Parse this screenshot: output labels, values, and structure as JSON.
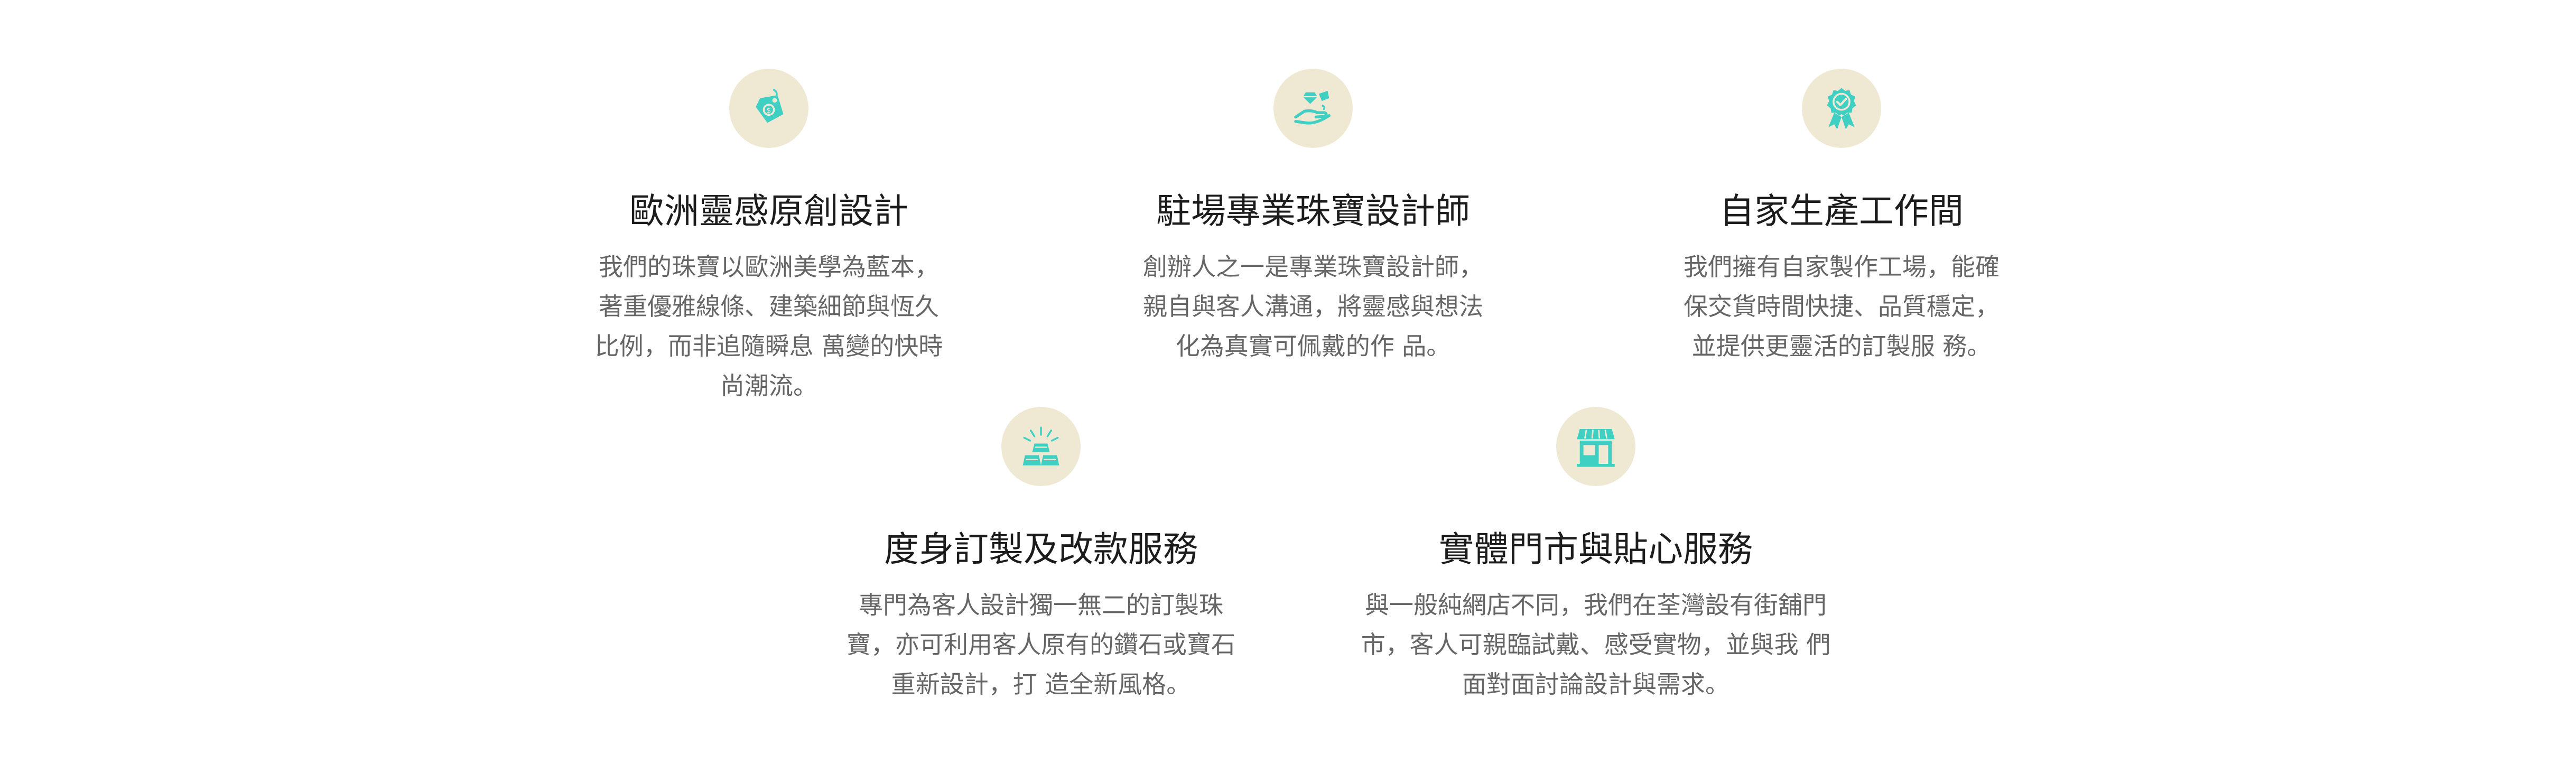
{
  "colors": {
    "icon_bg": "#efe8d3",
    "icon_accent": "#3fd0c3",
    "title_text": "#1c1c1c",
    "body_text": "#666666"
  },
  "features": [
    {
      "icon": "price-tag-icon",
      "title": "歐洲靈感原創設計",
      "description": "我們的珠寶以歐洲美學為藍本，著重優雅線條、建築細節與恆久比例，而非追隨瞬息 萬變的快時尚潮流。"
    },
    {
      "icon": "hand-with-diamond-icon",
      "title": "駐場專業珠寶設計師",
      "description": "創辦人之一是專業珠寶設計師，親自與客人溝通，將靈感與想法化為真實可佩戴的作 品。"
    },
    {
      "icon": "quality-badge-icon",
      "title": "自家生產工作間",
      "description": "我們擁有自家製作工場，能確保交貨時間快捷、品質穩定，並提供更靈活的訂製服 務。"
    },
    {
      "icon": "gold-bars-icon",
      "title": "度身訂製及改款服務",
      "description": "專門為客人設計獨一無二的訂製珠寶，亦可利用客人原有的鑽石或寶石重新設計，打 造全新風格。"
    },
    {
      "icon": "storefront-icon",
      "title": "實體門市與貼心服務",
      "description": "與一般純網店不同，我們在荃灣設有街舖門市，客人可親臨試戴、感受實物，並與我 們面對面討論設計與需求。"
    }
  ]
}
